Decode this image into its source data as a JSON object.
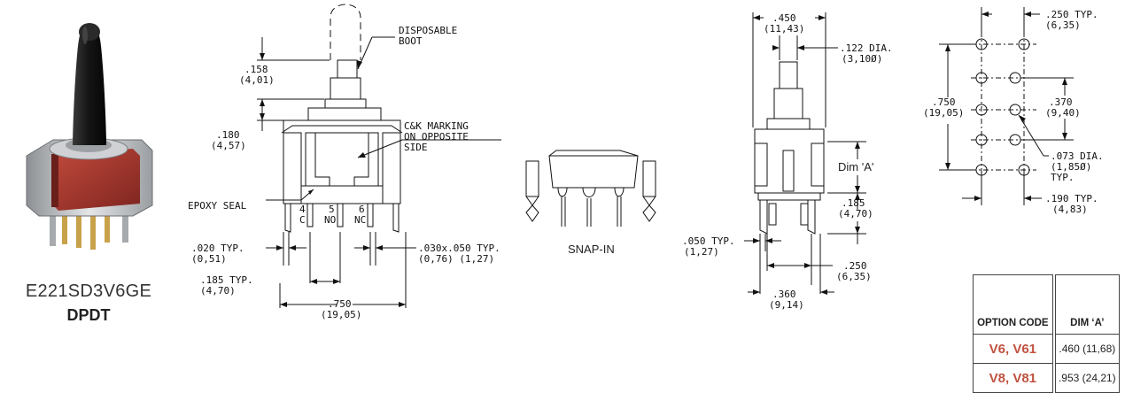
{
  "product": {
    "part_number": "E221SD3V6GE",
    "pole_type": "DPDT"
  },
  "front_view": {
    "boot_label": [
      "DISPOSABLE",
      "BOOT"
    ],
    "marking_label": [
      "C&K MARKING",
      "ON OPPOSITE",
      "SIDE"
    ],
    "epoxy_label": "EPOXY SEAL",
    "dim_158": [
      ".158",
      "(4,01)"
    ],
    "dim_180": [
      ".180",
      "(4,57)"
    ],
    "terminals": [
      {
        "num": "4",
        "name": "C"
      },
      {
        "num": "5",
        "name": "NO"
      },
      {
        "num": "6",
        "name": "NC"
      }
    ],
    "dim_020": [
      ".020 TYP.",
      "(0,51)"
    ],
    "dim_030": [
      ".030x.050 TYP.",
      "(0,76) (1,27)"
    ],
    "dim_185": [
      ".185 TYP.",
      "(4,70)"
    ],
    "dim_750": [
      ".750",
      "(19,05)"
    ]
  },
  "snap_in_label": "SNAP-IN",
  "side_view": {
    "dim_450": [
      ".450",
      "(11,43)"
    ],
    "dim_122": [
      ".122 DIA.",
      "(3,10Ø)"
    ],
    "dim_a_label": "Dim 'A'",
    "dim_185": [
      ".185",
      "(4,70)"
    ],
    "dim_050": [
      ".050 TYP.",
      "(1,27)"
    ],
    "dim_250": [
      ".250",
      "(6,35)"
    ],
    "dim_360": [
      ".360",
      "(9,14)"
    ]
  },
  "footprint": {
    "dim_250": [
      ".250 TYP.",
      "(6,35)"
    ],
    "dim_750": [
      ".750",
      "(19,05)"
    ],
    "dim_370": [
      ".370",
      "(9,40)"
    ],
    "dim_073": [
      ".073 DIA.",
      "(1,85Ø)",
      "TYP."
    ],
    "dim_190": [
      ".190 TYP.",
      "(4,83)"
    ]
  },
  "option_table": {
    "headers": [
      "OPTION CODE",
      "DIM ‘A’"
    ],
    "rows": [
      {
        "code": "V6, V61",
        "dim": ".460 (11,68)"
      },
      {
        "code": "V8, V81",
        "dim": ".953 (24,21)"
      }
    ]
  },
  "colors": {
    "accent_code": "#c0523f",
    "boot_black": "#1a1a1a",
    "housing_red": "#a8342c",
    "frame_steel": "#b9bcbf",
    "pin_gold": "#c8a24a"
  }
}
